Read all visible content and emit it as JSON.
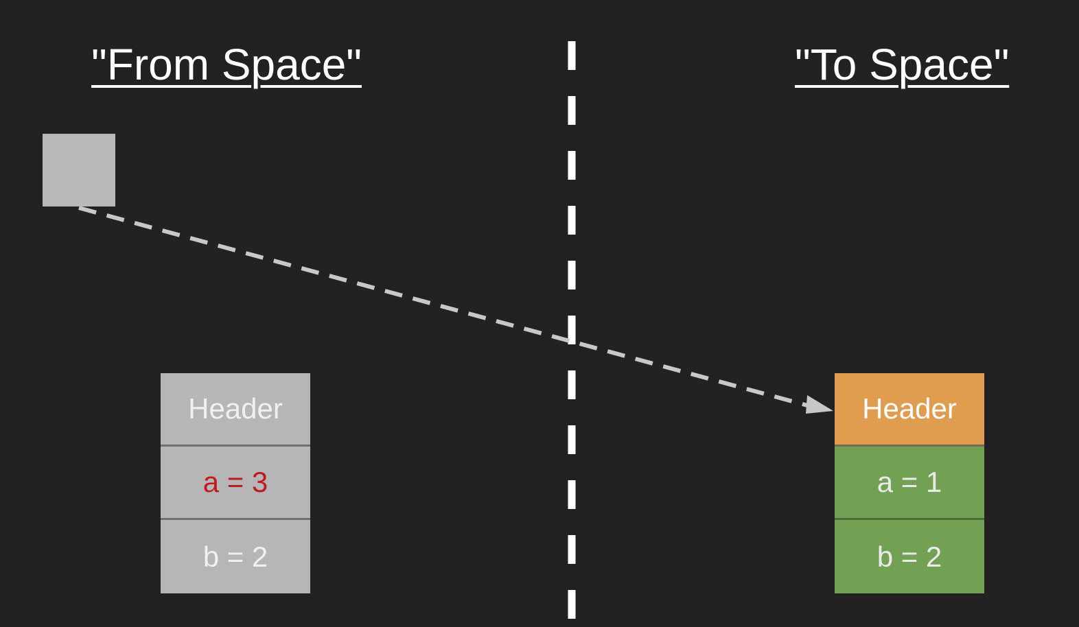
{
  "from_space": {
    "title": "\"From Space\"",
    "object": {
      "header": "Header",
      "fields": [
        "a = 3",
        "b = 2"
      ]
    }
  },
  "to_space": {
    "title": "\"To Space\"",
    "object": {
      "header": "Header",
      "fields": [
        "a = 1",
        "b = 2"
      ]
    }
  },
  "colors": {
    "background": "#222222",
    "from_cells": "#b6b6b6",
    "changed_field_text": "#c0191f",
    "forwarding_header": "#e09c4f",
    "copied_fields": "#72a153",
    "arrow": "#c8c8c8",
    "divider": "#ffffff"
  },
  "icons": {
    "pointer_box": "square",
    "arrow_head": "triangle"
  }
}
